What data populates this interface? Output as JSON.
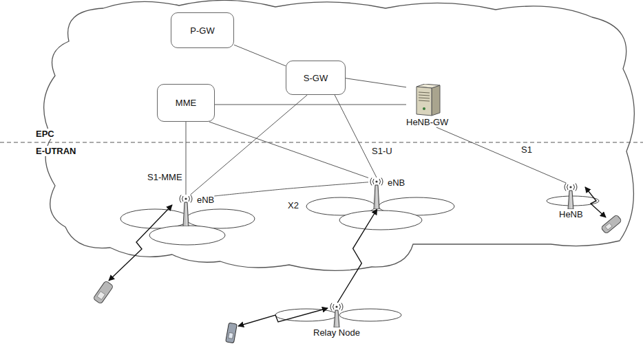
{
  "diagram": {
    "nodes": [
      {
        "text": [
          "P-GW"
        ]
      },
      {
        "text": [
          "S-GW"
        ]
      },
      {
        "text": [
          "MME"
        ]
      },
      {
        "text": [
          "HeNB-GW"
        ]
      },
      {
        "text": [
          "eNB"
        ]
      },
      {
        "text": [
          "eNB"
        ]
      },
      {
        "text": [
          "HeNB"
        ]
      },
      {
        "text": [
          "Relay Node"
        ]
      }
    ],
    "edges": [
      {
        "from": 0,
        "to": 1,
        "arrow": "none"
      },
      {
        "from": 1,
        "to": 3,
        "arrow": "none"
      },
      {
        "from": 2,
        "to": 3,
        "arrow": "none"
      },
      {
        "from": 2,
        "to": 4,
        "label": "S1-MME",
        "arrow": "none"
      },
      {
        "from": 2,
        "to": 5,
        "arrow": "none"
      },
      {
        "from": 1,
        "to": 4,
        "arrow": "none"
      },
      {
        "from": 1,
        "to": 5,
        "label": "S1-U",
        "arrow": "none"
      },
      {
        "from": 4,
        "to": 5,
        "label": "X2",
        "arrow": "none"
      },
      {
        "from": 3,
        "to": 6,
        "label": "S1",
        "arrow": "none"
      },
      {
        "from": 7,
        "to": 5,
        "arrow": "to"
      }
    ],
    "labels": [
      "EPC",
      "E-UTRAN"
    ]
  }
}
